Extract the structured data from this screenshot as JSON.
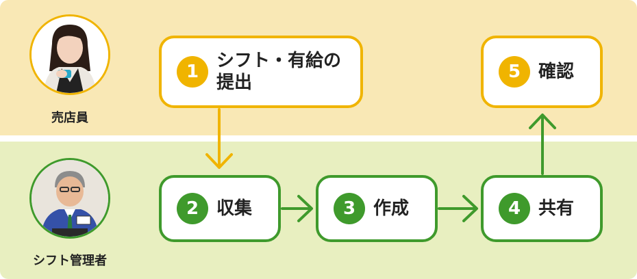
{
  "lanes": {
    "top": {
      "role": "売店員",
      "color": "#f9e8b5"
    },
    "bottom": {
      "role": "シフト管理者",
      "color": "#e8efc0"
    }
  },
  "colors": {
    "yellow_accent": "#f0b400",
    "green_accent": "#3f9a2c"
  },
  "steps": [
    {
      "number": "1",
      "label": "シフト・有給の提出",
      "lane": "top"
    },
    {
      "number": "2",
      "label": "収集",
      "lane": "bottom"
    },
    {
      "number": "3",
      "label": "作成",
      "lane": "bottom"
    },
    {
      "number": "4",
      "label": "共有",
      "lane": "bottom"
    },
    {
      "number": "5",
      "label": "確認",
      "lane": "top"
    }
  ],
  "flow": [
    "1→2",
    "2→3",
    "3→4",
    "4→5"
  ]
}
